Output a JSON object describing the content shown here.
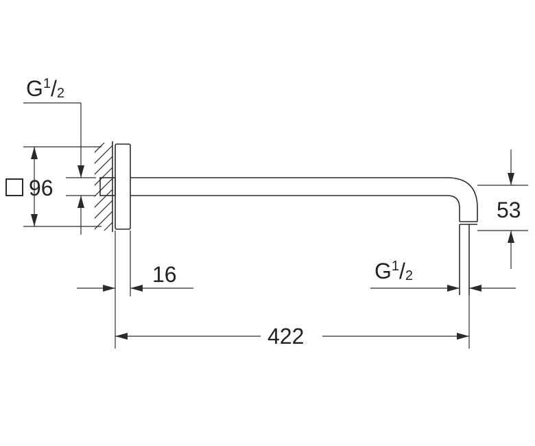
{
  "labels": {
    "thread_top": {
      "prefix": "G",
      "numerator": "1",
      "slash": "/",
      "denominator": "2"
    },
    "thread_bottom": {
      "prefix": "G",
      "numerator": "1",
      "slash": "/",
      "denominator": "2"
    },
    "rosette_size": "96",
    "rosette_shape": "square",
    "rosette_depth": "16",
    "arm_length": "422",
    "drop_height": "53"
  },
  "colors": {
    "line": "#2a2a2a",
    "background": "#ffffff"
  }
}
